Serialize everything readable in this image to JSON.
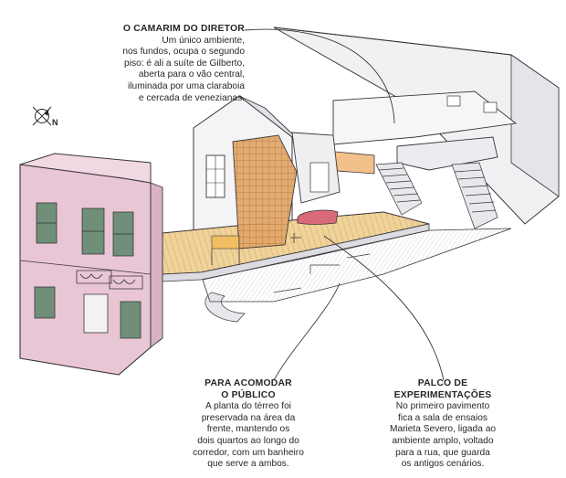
{
  "compass": {
    "label": "N"
  },
  "callouts": {
    "diretor": {
      "title": "O CAMARIM DO DIRETOR",
      "lines": [
        "Um único ambiente,",
        "nos fundos, ocupa o segundo",
        "piso: é ali a suíte de Gilberto,",
        "aberta para o vão central,",
        "iluminada por uma claraboia",
        "e cercada de venezianas."
      ]
    },
    "publico": {
      "title_lines": [
        "PARA ACOMODAR",
        "O PÚBLICO"
      ],
      "lines": [
        "A planta do térreo foi",
        "preservada na área da",
        "frente, mantendo os",
        "dois quartos ao longo do",
        "corredor, com um banheiro",
        "que serve a ambos."
      ]
    },
    "palco": {
      "title_lines": [
        "PALCO DE",
        "EXPERIMENTAÇÕES"
      ],
      "lines": [
        "No primeiro pavimento",
        "fica a sala de ensaios",
        "Marieta Severo, ligada ao",
        "ambiente amplo, voltado",
        "para a rua, que guarda",
        "os antigos cenários."
      ]
    }
  },
  "colors": {
    "facade": "#e9c6d6",
    "wall": "#f3f3f5",
    "wall_shade": "#dcdde3",
    "floor": "#efd39a",
    "floor_line": "#c99a55",
    "screen": "#d59a5c",
    "sofa": "#d96a7a",
    "shutter": "#6f8f78",
    "ink": "#3a3538"
  }
}
